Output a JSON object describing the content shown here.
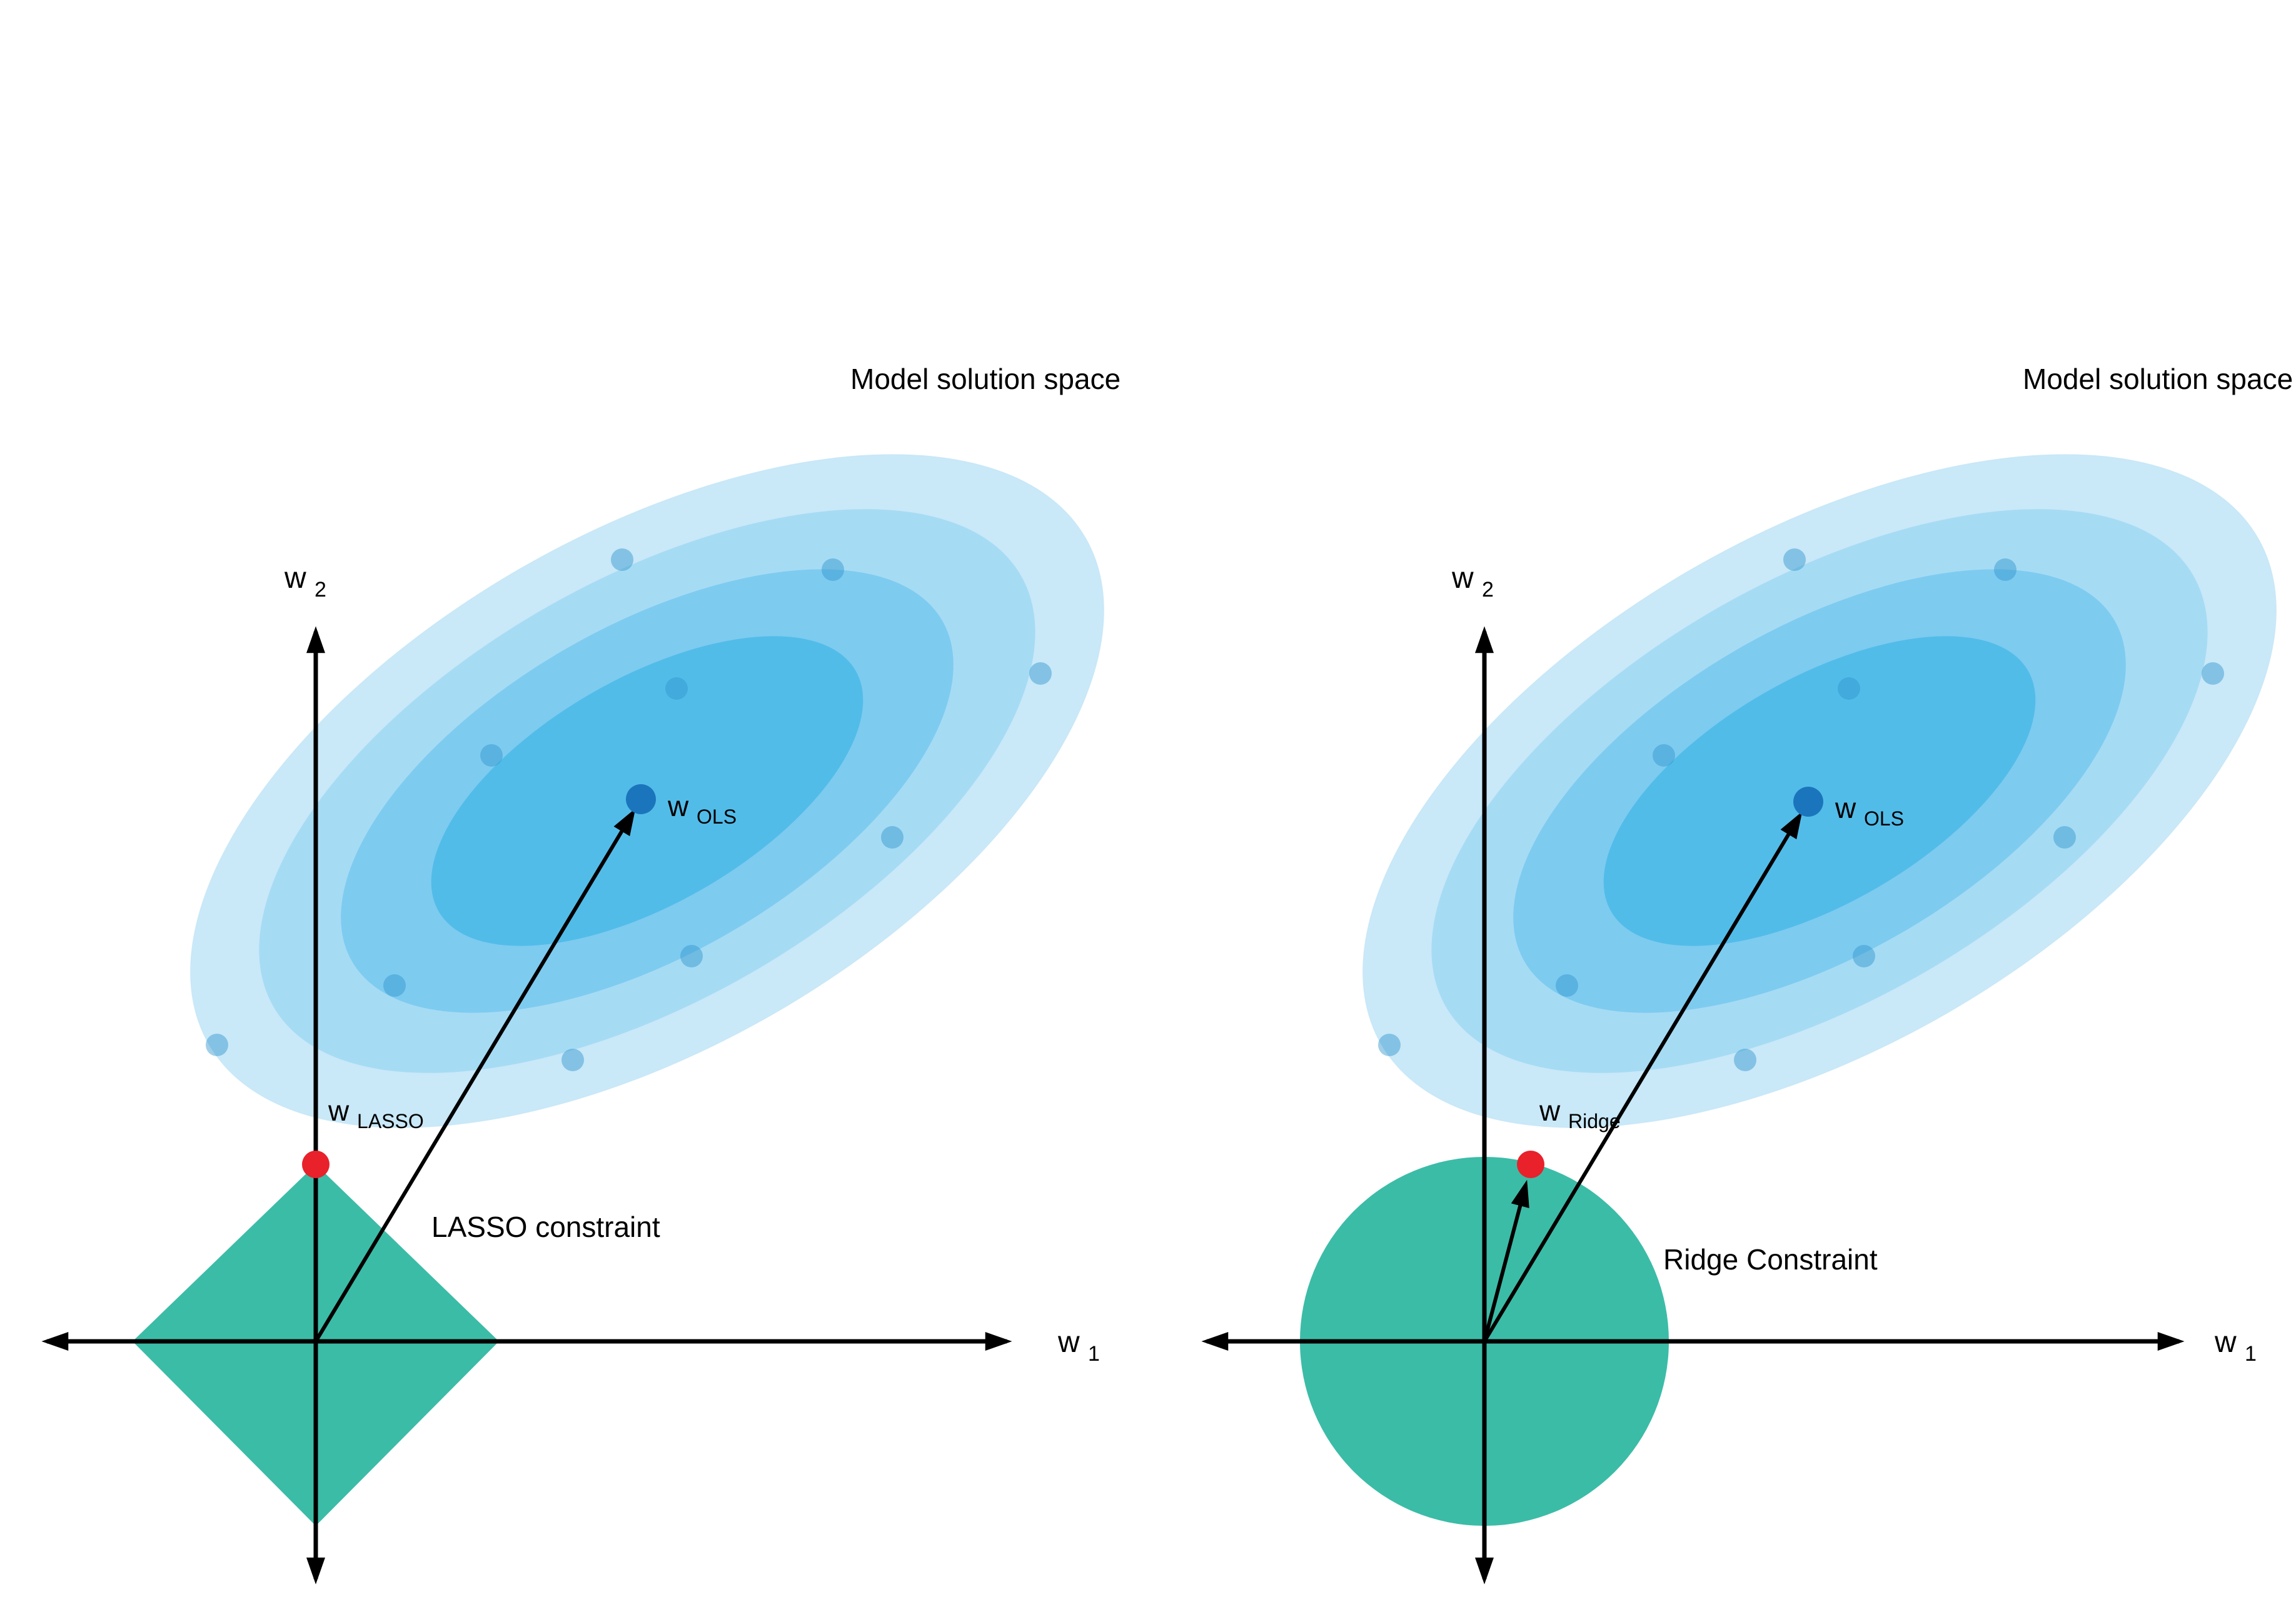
{
  "colors": {
    "teal": "#3BBCA7",
    "red": "#E8212B",
    "ols_blue": "#1B75BC",
    "ellipse_outer": "#C9E8F8",
    "ellipse_mid1": "#A6DBF4",
    "ellipse_mid2": "#7ECBF0",
    "ellipse_inner": "#52BCE9",
    "scatter_dot": "#2F95CC",
    "axis": "#000000"
  },
  "left_panel": {
    "title": "Model solution space",
    "constraint_label": "LASSO constraint",
    "x_axis": {
      "main": "w",
      "sub": "1"
    },
    "y_axis": {
      "main": "w",
      "sub": "2"
    },
    "ols_label": {
      "main": "w",
      "sub": "OLS"
    },
    "solution_label": {
      "main": "w",
      "sub": "LASSO"
    }
  },
  "right_panel": {
    "title": "Model solution space",
    "constraint_label": "Ridge Constraint",
    "x_axis": {
      "main": "w",
      "sub": "1"
    },
    "y_axis": {
      "main": "w",
      "sub": "2"
    },
    "ols_label": {
      "main": "w",
      "sub": "OLS"
    },
    "solution_label": {
      "main": "w",
      "sub": "Ridge"
    }
  }
}
